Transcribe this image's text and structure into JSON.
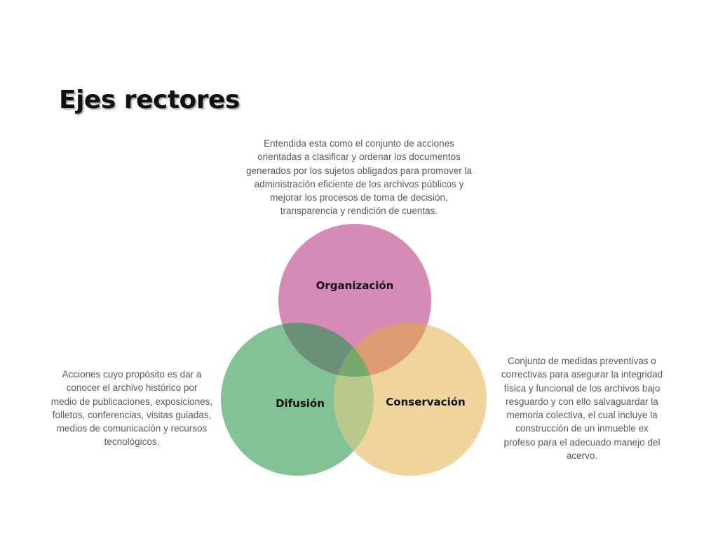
{
  "title": "Ejes rectores",
  "colors": {
    "organizacion": "#d58bb6",
    "difusion": "#83c197",
    "conservacion": "#efd49c",
    "overlap_org_dif": "#6b8f77",
    "overlap_org_con": "#dd9b73",
    "overlap_dif_con": "#b8c98b",
    "overlap_center": "#77a96c"
  },
  "circles": [
    {
      "id": "organizacion",
      "label": "Organización"
    },
    {
      "id": "difusion",
      "label": "Difusión"
    },
    {
      "id": "conservacion",
      "label": "Conservación"
    }
  ],
  "descriptions": {
    "organizacion": [
      "Entendida esta como el conjunto de acciones",
      "orientadas a clasificar y ordenar los documentos",
      "generados por los sujetos obligados para promover la",
      "administración eficiente de los archivos públicos y",
      "mejorar los procesos de toma de decisión,",
      "transparencia y rendición de cuentas."
    ],
    "difusion": [
      "Acciones cuyo propósito es dar a",
      "conocer el archivo histórico por",
      "medio de publicaciones, exposiciones,",
      "folletos, conferencias, visitas guiadas,",
      "medios de comunicación y recursos",
      "tecnológicos."
    ],
    "conservacion": [
      "Conjunto de medidas preventivas o",
      "correctivas para asegurar la integridad",
      "física y funcional de los archivos bajo",
      "resguardo y con ello salvaguardar la",
      "memoria colectiva, el cual incluye la",
      "construcción de un inmueble ex",
      "profeso para el adecuado manejo del",
      "acervo."
    ]
  }
}
